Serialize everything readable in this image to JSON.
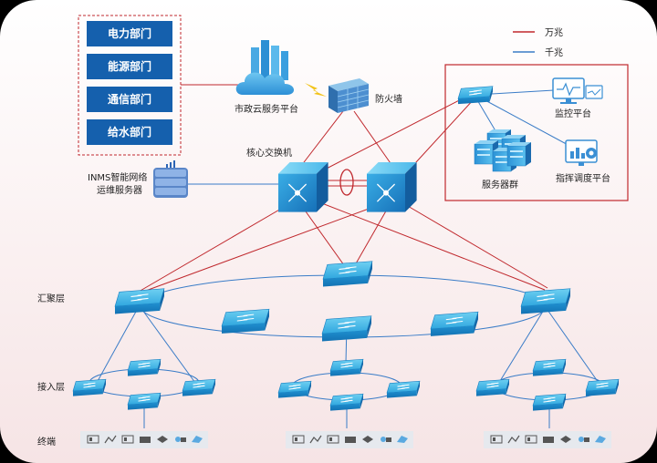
{
  "legend": {
    "items": [
      {
        "label": "万兆",
        "color": "#c0282d"
      },
      {
        "label": "千兆",
        "color": "#3a7cc7"
      }
    ]
  },
  "departments": [
    "电力部门",
    "能源部门",
    "通信部门",
    "给水部门"
  ],
  "nodes": {
    "cloud_platform": "市政云服务平台",
    "firewall": "防火墙",
    "core_switch": "核心交换机",
    "inms_line1": "INMS智能网络",
    "inms_line2": "运维服务器",
    "monitor_platform": "监控平台",
    "server_cluster": "服务器群",
    "dispatch_platform": "指挥调度平台"
  },
  "layers": {
    "aggregation": "汇聚层",
    "access": "接入层",
    "terminal": "终端"
  },
  "colors": {
    "link_10g": "#c0282d",
    "link_1g": "#3a7cc7",
    "dept_box": "#1560ad",
    "dashed_frame": "#c0282d"
  }
}
